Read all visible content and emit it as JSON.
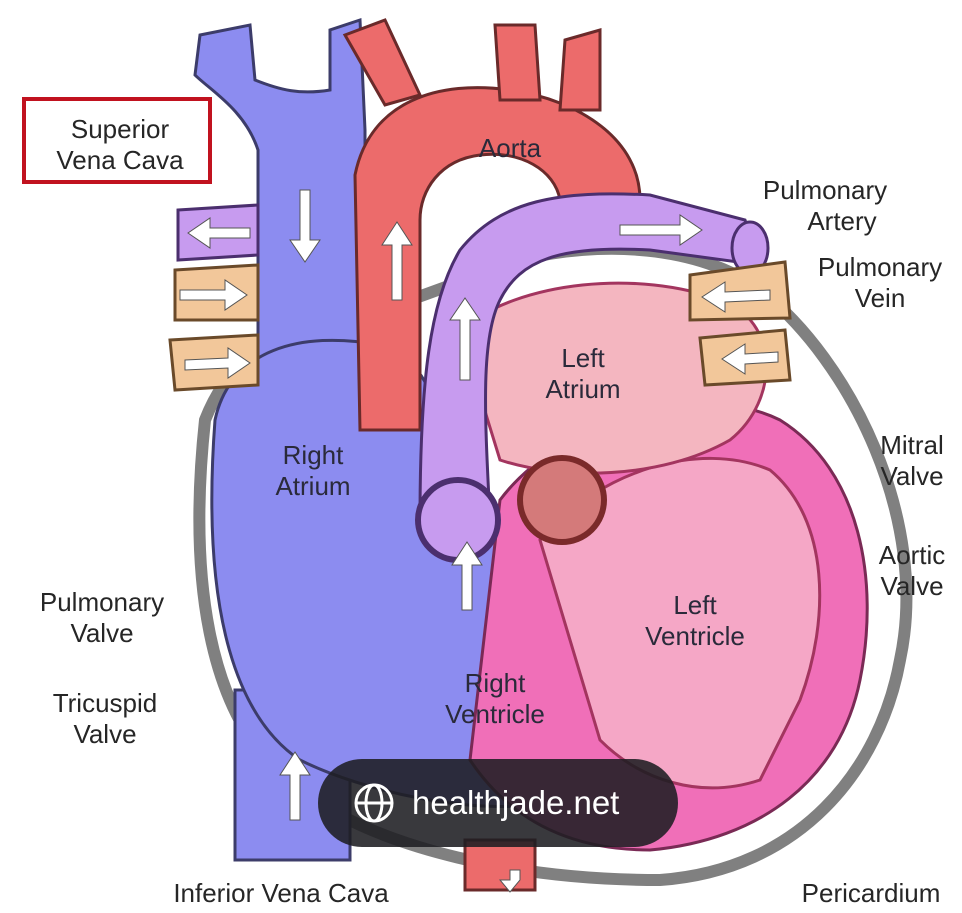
{
  "labels": {
    "superior_vena_cava": [
      "Superior",
      "Vena Cava"
    ],
    "aorta": "Aorta",
    "pulmonary_artery": [
      "Pulmonary",
      "Artery"
    ],
    "pulmonary_vein": [
      "Pulmonary",
      "Vein"
    ],
    "left_atrium": [
      "Left",
      "Atrium"
    ],
    "right_atrium": [
      "Right",
      "Atrium"
    ],
    "mitral_valve": [
      "Mitral",
      "Valve"
    ],
    "aortic_valve": [
      "Aortic",
      "Valve"
    ],
    "pulmonary_valve": [
      "Pulmonary",
      "Valve"
    ],
    "left_ventricle": [
      "Left",
      "Ventricle"
    ],
    "tricuspid_valve": [
      "Tricuspid",
      "Valve"
    ],
    "right_ventricle": [
      "Right",
      "Ventricle"
    ],
    "inferior_vena_cava": "Inferior Vena Cava",
    "pericardium": "Pericardium"
  },
  "watermark": {
    "text": "healthjade.net",
    "icon": "globe-icon"
  },
  "highlight": {
    "target": "superior_vena_cava",
    "color": "#c1121f"
  },
  "colors": {
    "deoxygenated": "#8c8cf0",
    "oxygenated": "#ec6b6b",
    "pulmonary_artery": "#c79bef",
    "pulmonary_vein": "#f2c79a",
    "left_ventricle_wall": "#f06fb8"
  }
}
